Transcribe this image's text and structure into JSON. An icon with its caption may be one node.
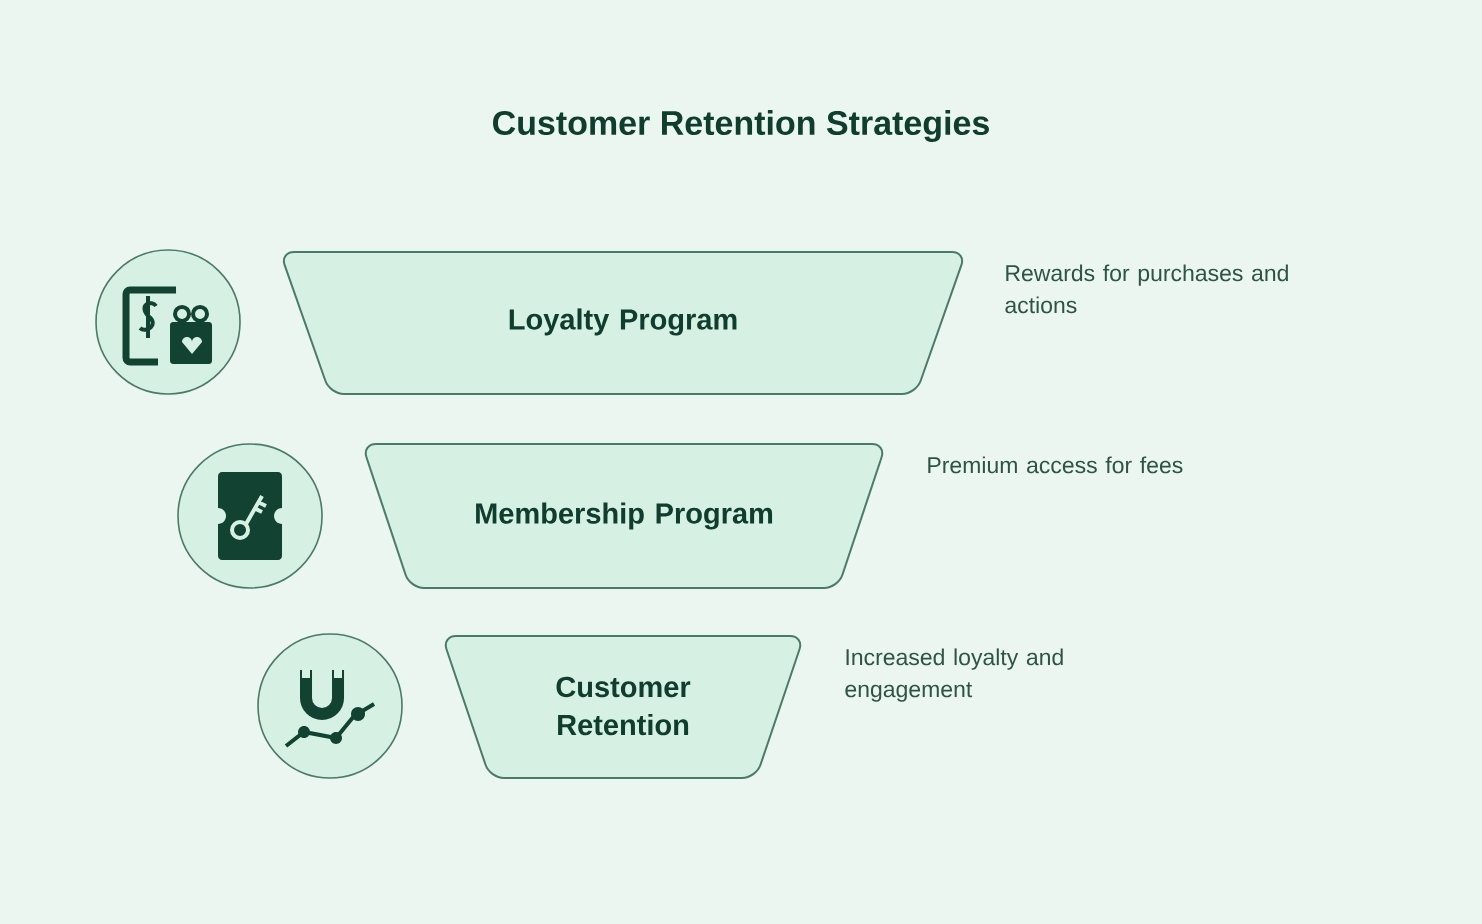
{
  "diagram": {
    "title": "Customer Retention Strategies",
    "nodes": [
      {
        "text": [
          "Loyalty Program"
        ],
        "beside": [
          "Rewards for purchases and actions"
        ]
      },
      {
        "text": [
          "Membership Program"
        ],
        "beside": [
          "Premium access for fees"
        ]
      },
      {
        "text": [
          "Customer Retention"
        ],
        "beside": [
          "Increased loyalty and engagement"
        ]
      }
    ]
  }
}
